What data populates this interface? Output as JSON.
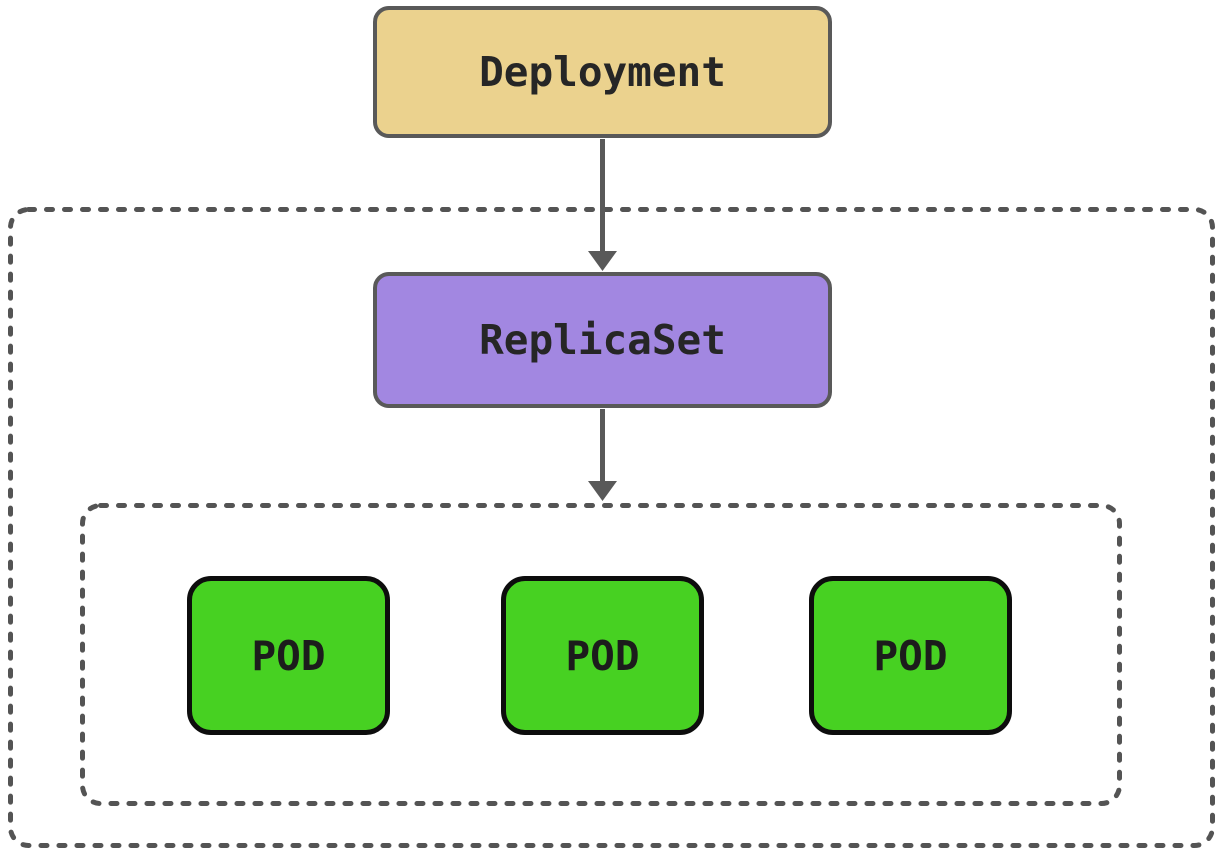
{
  "diagram": {
    "type": "flowchart",
    "background_color": "#ffffff",
    "nodes": {
      "deployment": {
        "label": "Deployment",
        "fill": "#ebd28e",
        "border_color": "#595959",
        "text_color": "#262626"
      },
      "replicaset": {
        "label": "ReplicaSet",
        "fill": "#a287e1",
        "border_color": "#595959",
        "text_color": "#262626"
      },
      "pods": [
        {
          "label": "POD"
        },
        {
          "label": "POD"
        },
        {
          "label": "POD"
        }
      ],
      "pod_style": {
        "fill": "#47d122",
        "border_color": "#0d0d0d",
        "text_color": "#1c1c1c"
      }
    },
    "edges": [
      {
        "from": "deployment",
        "to": "replicaset",
        "style": "solid",
        "arrowhead": "down",
        "color": "#595959"
      },
      {
        "from": "replicaset",
        "to": "pod-group",
        "style": "solid",
        "arrowhead": "down",
        "color": "#595959"
      }
    ],
    "groups": [
      {
        "name": "replicaset-boundary",
        "border_style": "dashed",
        "border_color": "#545454",
        "contains": [
          "replicaset",
          "pod-group"
        ]
      },
      {
        "name": "pod-group",
        "border_style": "dashed",
        "border_color": "#545454",
        "contains": [
          "pods"
        ]
      }
    ]
  }
}
